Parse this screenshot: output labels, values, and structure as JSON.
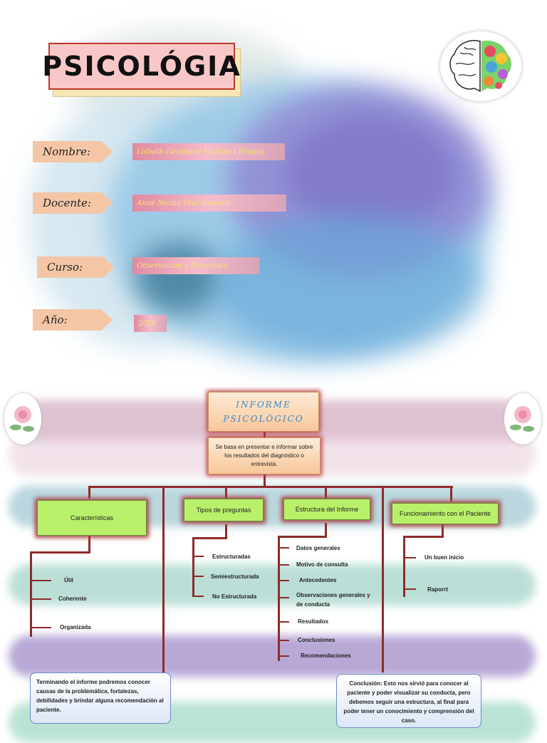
{
  "header": {
    "title": "PSICOLÓGIA",
    "fields": [
      {
        "label": "Nombre:",
        "value": "Lisbeth Geraldine Martinez Ermira"
      },
      {
        "label": "Docente:",
        "value": "Anne Nicola Diaz Buendia"
      },
      {
        "label": "Curso:",
        "value": "Observación y Entrevista"
      },
      {
        "label": "Año:",
        "value": "2020"
      }
    ]
  },
  "diagram": {
    "main_title": "INFORME PSICOLÓGICO",
    "definition": "Se basa en presentar e informar sobre los resultados del diagnóstico o entrevista.",
    "branches": [
      {
        "label": "Características",
        "items": [
          "Útil",
          "Coherente",
          "Organizada"
        ]
      },
      {
        "label": "Tipos de preguntas",
        "items": [
          "Estructuradas",
          "Semiestructurada",
          "No Estructurada"
        ]
      },
      {
        "label": "Estructura del Informe",
        "items": [
          "Datos generales",
          "Motivo de consulta",
          "Antecedentes",
          "Observaciones generales y de conducta",
          "Resultados",
          "Conclusiones",
          "Recomendaciones"
        ]
      },
      {
        "label": "Funcionamiento con el Paciente",
        "items": [
          "Un buen inicio",
          "Raporrt"
        ]
      }
    ],
    "note_left": "Terminando el informe podremos conocer causas de la problemática, fortalezas, debilidades y brindar alguna recomendación al paciente.",
    "note_right": "Conclusión: Esto nos sirvió para conocer al paciente y poder visualizar su conducta, pero debemos seguir una estructura, al final para poder tener un conocimiento y comprensión del caso."
  }
}
